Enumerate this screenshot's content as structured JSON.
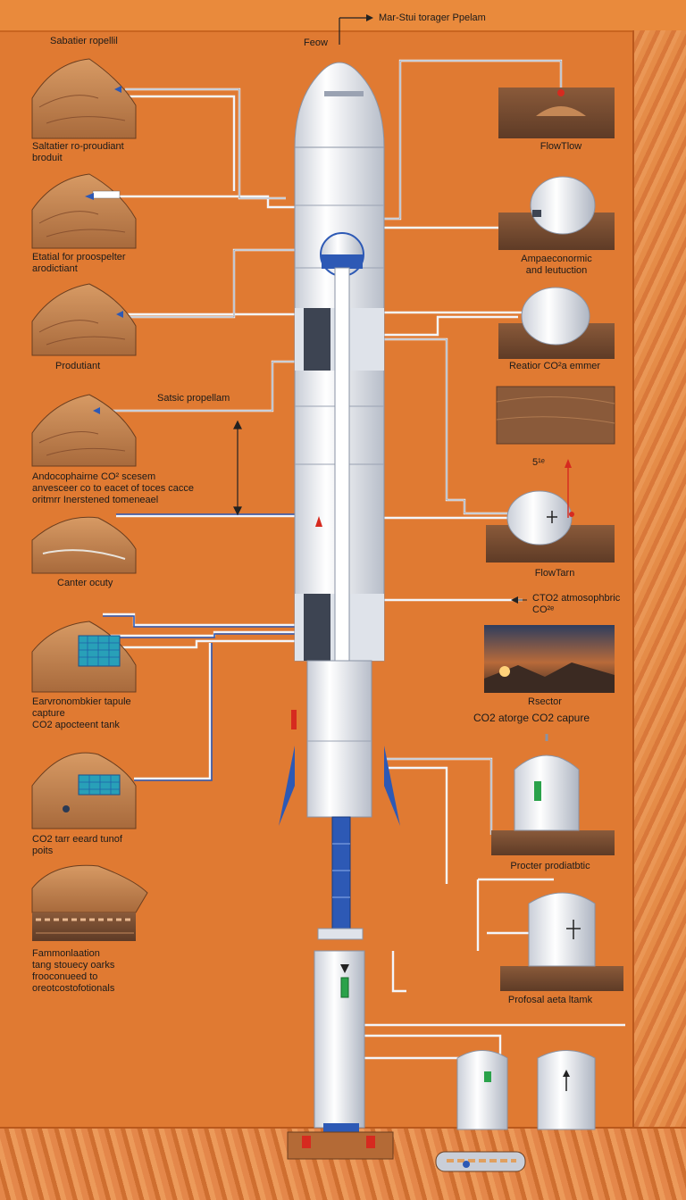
{
  "title": "Mar-Stui torager Ppelam",
  "top_label": "Feow",
  "left_labels": [
    "Sabatier ropellil",
    "Saltatier ro-proudiant\nbroduit",
    "Etatial for proospelter\narodictiant",
    "Produtiant",
    "Satsic propellam",
    "Andocophairne CO² scesem\nanvesceer co  to eacet of toces cacce\noritmrr    Inerstened tomeneael",
    "Canter ocuty",
    "Earvronombkier tapule\ncapture\nCO2 apocteent tank",
    "CO2 tarr eeard tunof\npoits",
    "Fammonlaation\ntang stouecy oarks\nfrooconueed to\noreotcostofotionals"
  ],
  "right_labels": [
    "FlowTlow",
    "Ampaeconormic\nand leutuction",
    "Reatior CO²a emmer",
    "5¹ᵉ",
    "FlowTarn",
    "CTO2 atmosophbric\nCO²ᵉ",
    "Rsector",
    "CO2 atorge CO2 capure",
    "Procter prodiatbtic",
    "Profosal aeta ltamk"
  ],
  "colors": {
    "background": "#e07a32",
    "rocket": "#f2f4f8",
    "pipe": "#f4f6fb",
    "accent_blue": "#2d59b5",
    "soil": "#c58856"
  }
}
